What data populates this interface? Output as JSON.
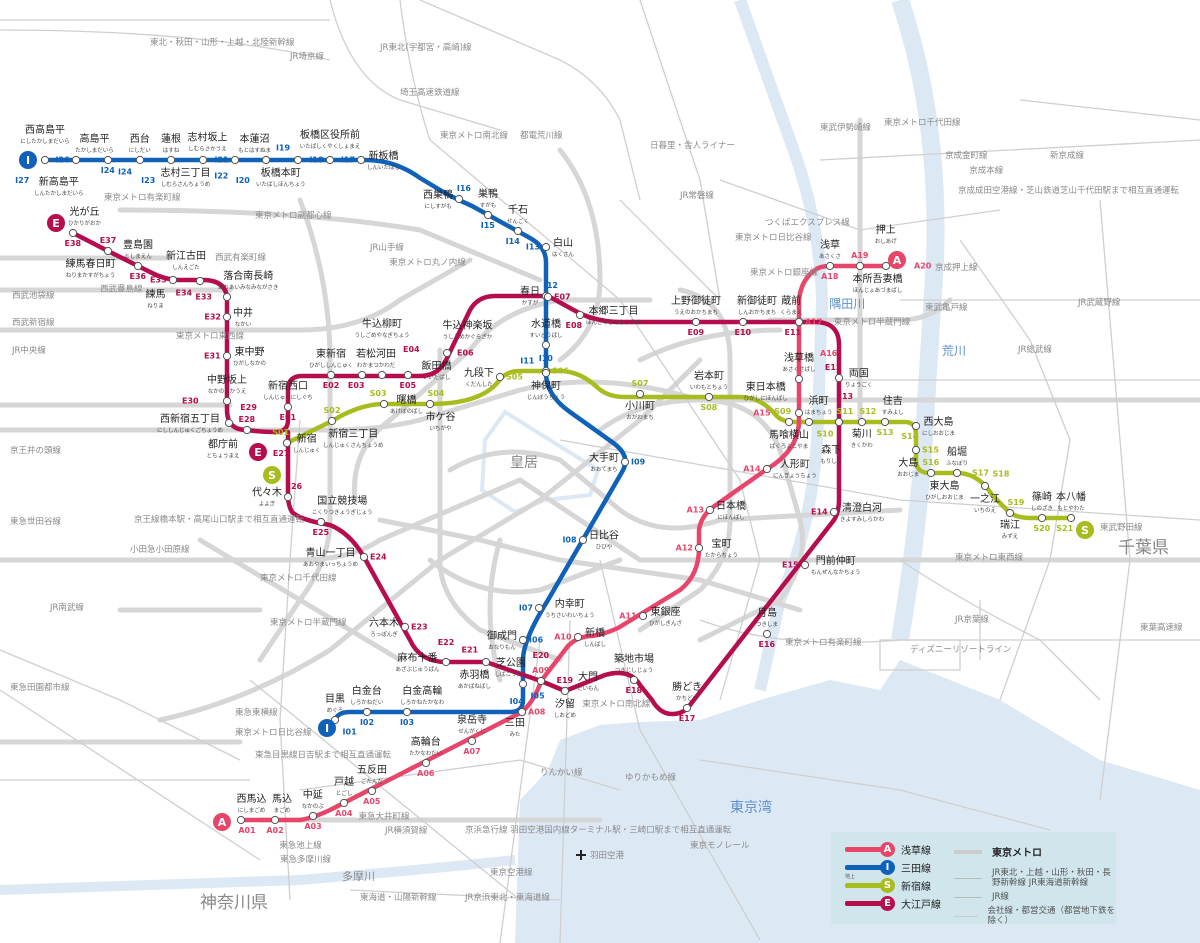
{
  "colors": {
    "asakusa": "#e8456b",
    "mita": "#0f62b8",
    "shinjuku": "#a9bc1e",
    "oedo": "#b50d4d",
    "other_rail": "#d6d6d6",
    "water": "#dde8f5"
  },
  "lines": {
    "mita": {
      "letter": "I",
      "name": "三田線",
      "stations": [
        {
          "code": "I01",
          "name": "目黒",
          "kana": "めぐろ"
        },
        {
          "code": "I02",
          "name": "白金台",
          "kana": "しろかねだい"
        },
        {
          "code": "I03",
          "name": "白金高輪",
          "kana": "しろかねたかなわ"
        },
        {
          "code": "I04",
          "name": "三田",
          "kana": "みた"
        },
        {
          "code": "I05",
          "name": "芝公園",
          "kana": "しばこうえん"
        },
        {
          "code": "I06",
          "name": "御成門",
          "kana": "おなりもん"
        },
        {
          "code": "I07",
          "name": "内幸町",
          "kana": "うちさいわいちょう"
        },
        {
          "code": "I08",
          "name": "日比谷",
          "kana": "ひびや"
        },
        {
          "code": "I09",
          "name": "大手町",
          "kana": "おおてまち"
        },
        {
          "code": "I10",
          "name": "神保町",
          "kana": "じんぼうちょう"
        },
        {
          "code": "I11",
          "name": "水道橋",
          "kana": "すいどうばし"
        },
        {
          "code": "I12",
          "name": "春日",
          "kana": "かすが"
        },
        {
          "code": "I13",
          "name": "白山",
          "kana": "はくさん"
        },
        {
          "code": "I14",
          "name": "千石",
          "kana": "せんごく"
        },
        {
          "code": "I15",
          "name": "巣鴨",
          "kana": "すがも"
        },
        {
          "code": "I16",
          "name": "西巣鴨",
          "kana": "にしすがも"
        },
        {
          "code": "I17",
          "name": "新板橋",
          "kana": "しんいたばし"
        },
        {
          "code": "I18",
          "name": "板橋区役所前",
          "kana": "いたばしくやくしょまえ"
        },
        {
          "code": "I19",
          "name": "板橋本町",
          "kana": "いたばしほんちょう"
        },
        {
          "code": "I20",
          "name": "本蓮沼",
          "kana": "もとはすぬま"
        },
        {
          "code": "I21",
          "name": "志村坂上",
          "kana": "しむらさかうえ"
        },
        {
          "code": "I22",
          "name": "志村三丁目",
          "kana": "しむらさんちょうめ"
        },
        {
          "code": "I23",
          "name": "蓮根",
          "kana": "はすね"
        },
        {
          "code": "I24",
          "name": "西台",
          "kana": "にしだい"
        },
        {
          "code": "I24",
          "name": "高島平",
          "kana": "たかしまだいら"
        },
        {
          "code": "I26",
          "name": "新高島平",
          "kana": "しんたかしまだいら"
        },
        {
          "code": "I27",
          "name": "西高島平",
          "kana": "にしたかしまだいら"
        }
      ]
    },
    "asakusa": {
      "letter": "A",
      "name": "浅草線",
      "stations": [
        {
          "code": "A01",
          "name": "西馬込",
          "kana": "にしまごめ"
        },
        {
          "code": "A02",
          "name": "馬込",
          "kana": "まごめ"
        },
        {
          "code": "A03",
          "name": "中延",
          "kana": "なかのぶ"
        },
        {
          "code": "A04",
          "name": "戸越",
          "kana": "とごし"
        },
        {
          "code": "A05",
          "name": "五反田",
          "kana": "ごたんだ"
        },
        {
          "code": "A06",
          "name": "高輪台",
          "kana": "たかなわだい"
        },
        {
          "code": "A07",
          "name": "泉岳寺",
          "kana": "せんがくじ"
        },
        {
          "code": "A08"
        },
        {
          "code": "A09"
        },
        {
          "code": "A10",
          "name": "新橋",
          "kana": "しんばし"
        },
        {
          "code": "A11",
          "name": "東銀座",
          "kana": "ひがしぎんざ"
        },
        {
          "code": "A12",
          "name": "宝町",
          "kana": "たからちょう"
        },
        {
          "code": "A13",
          "name": "日本橋",
          "kana": "にほんばし"
        },
        {
          "code": "A14",
          "name": "人形町",
          "kana": "にんぎょうちょう"
        },
        {
          "code": "A15",
          "name": "東日本橋",
          "kana": "ひがしにほんばし"
        },
        {
          "code": "A16",
          "name": "浅草橋",
          "kana": "あさくさばし"
        },
        {
          "code": "A17"
        },
        {
          "code": "A18",
          "name": "浅草",
          "kana": "あさくさ"
        },
        {
          "code": "A19",
          "name": "本所吾妻橋",
          "kana": "ほんじょあづまばし"
        },
        {
          "code": "A20",
          "name": "押上",
          "kana": "おしあげ"
        }
      ]
    },
    "shinjuku": {
      "letter": "S",
      "name": "新宿線",
      "stations": [
        {
          "code": "S01",
          "name": "新宿",
          "kana": "しんじゅく"
        },
        {
          "code": "S02",
          "name": "新宿三丁目",
          "kana": "しんじゅくさんちょうめ"
        },
        {
          "code": "S03",
          "name": "曙橋",
          "kana": "あけぼのばし"
        },
        {
          "code": "S04",
          "name": "市ケ谷",
          "kana": "いちがや"
        },
        {
          "code": "S05",
          "name": "九段下",
          "kana": "くだんした"
        },
        {
          "code": "S06"
        },
        {
          "code": "S07",
          "name": "小川町",
          "kana": "おがわまち"
        },
        {
          "code": "S08",
          "name": "岩本町",
          "kana": "いわもとちょう"
        },
        {
          "code": "S09",
          "name": "馬喰横山",
          "kana": "ばくろよこやま"
        },
        {
          "code": "S10",
          "name": "浜町",
          "kana": "はまちょう"
        },
        {
          "code": "S11"
        },
        {
          "code": "S12",
          "name": "菊川",
          "kana": "きくかわ"
        },
        {
          "code": "S13",
          "name": "住吉",
          "kana": "すみよし"
        },
        {
          "code": "S14",
          "name": "西大島",
          "kana": "にしおおじま"
        },
        {
          "code": "S15",
          "name": "大島",
          "kana": "おおじま"
        },
        {
          "code": "S16",
          "name": "東大島",
          "kana": "ひがしおおじま"
        },
        {
          "code": "S17",
          "name": "船堀",
          "kana": "ふなぼり"
        },
        {
          "code": "S18",
          "name": "一之江",
          "kana": "いちのえ"
        },
        {
          "code": "S19",
          "name": "瑞江",
          "kana": "みずえ"
        },
        {
          "code": "S20",
          "name": "篠崎",
          "kana": "しのざき"
        },
        {
          "code": "S21",
          "name": "本八幡",
          "kana": "もとやわた"
        }
      ]
    },
    "oedo": {
      "letter": "E",
      "name": "大江戸線",
      "stations": [
        {
          "code": "E01",
          "name": "新宿西口",
          "kana": "しんじゅくにしぐち"
        },
        {
          "code": "E02",
          "name": "東新宿",
          "kana": "ひがししんじゅく"
        },
        {
          "code": "E03",
          "name": "若松河田",
          "kana": "わかまつかわだ"
        },
        {
          "code": "E04",
          "name": "牛込柳町",
          "kana": "うしごめやなぎちょう"
        },
        {
          "code": "E05",
          "name": "牛込神楽坂",
          "kana": "うしごめかぐらざか"
        },
        {
          "code": "E06",
          "name": "飯田橋",
          "kana": "いいだばし"
        },
        {
          "code": "E07"
        },
        {
          "code": "E08",
          "name": "本郷三丁目",
          "kana": "ほんごうさんちょうめ"
        },
        {
          "code": "E09",
          "name": "上野御徒町",
          "kana": "うえのおかちまち"
        },
        {
          "code": "E10",
          "name": "新御徒町",
          "kana": "しんおかちまち"
        },
        {
          "code": "E11",
          "name": "蔵前",
          "kana": "くらまえ"
        },
        {
          "code": "E12",
          "name": "両国",
          "kana": "りょうごく"
        },
        {
          "code": "E13",
          "name": "森下",
          "kana": "もりした"
        },
        {
          "code": "E14",
          "name": "清澄白河",
          "kana": "きよすみしらかわ"
        },
        {
          "code": "E15",
          "name": "門前仲町",
          "kana": "もんぜんなかちょう"
        },
        {
          "code": "E16",
          "name": "月島",
          "kana": "つきしま"
        },
        {
          "code": "E17",
          "name": "勝どき",
          "kana": "かちどき"
        },
        {
          "code": "E18",
          "name": "築地市場",
          "kana": "つきじしじょう"
        },
        {
          "code": "E19",
          "name": "汐留",
          "kana": "しおどめ"
        },
        {
          "code": "E20",
          "name": "大門",
          "kana": "だいもん"
        },
        {
          "code": "E21",
          "name": "赤羽橋",
          "kana": "あかばねばし"
        },
        {
          "code": "E22",
          "name": "麻布十番",
          "kana": "あざぶじゅうばん"
        },
        {
          "code": "E23",
          "name": "六本木",
          "kana": "ろっぽんぎ"
        },
        {
          "code": "E24",
          "name": "青山一丁目",
          "kana": "あおやまいっちょうめ"
        },
        {
          "code": "E25",
          "name": "国立競技場",
          "kana": "こくりつきょうぎじょう"
        },
        {
          "code": "E26",
          "name": "代々木",
          "kana": "よよぎ"
        },
        {
          "code": "E27"
        },
        {
          "code": "E28",
          "name": "都庁前",
          "kana": "とちょうまえ"
        },
        {
          "code": "E29",
          "name": "西新宿五丁目",
          "kana": "にししんじゅくごちょうめ"
        },
        {
          "code": "E30",
          "name": "中野坂上",
          "kana": "なかのさかうえ"
        },
        {
          "code": "E31",
          "name": "東中野",
          "kana": "ひがしなかの"
        },
        {
          "code": "E32",
          "name": "中井",
          "kana": "なかい"
        },
        {
          "code": "E33",
          "name": "落合南長崎",
          "kana": "おちあいみなみながさき"
        },
        {
          "code": "E34",
          "name": "新江古田",
          "kana": "しんえごた"
        },
        {
          "code": "E35",
          "name": "練馬",
          "kana": "ねりま"
        },
        {
          "code": "E36",
          "name": "豊島園",
          "kana": "としまえん"
        },
        {
          "code": "E37",
          "name": "練馬春日町",
          "kana": "ねりまかすがちょう"
        },
        {
          "code": "E38",
          "name": "光が丘",
          "kana": "ひかりがおか"
        }
      ]
    }
  },
  "rail_labels": [
    "東北・秋田・山形・上越・北陸新幹線",
    "JR埼京線",
    "JR東北(宇都宮・高崎)線",
    "埼玉高速鉄道線",
    "東京メトロ南北線",
    "都電荒川線",
    "日暮里・舎人ライナー",
    "東武伊勢崎線",
    "東京メトロ千代田線",
    "京成金町線",
    "新京成線",
    "京成本線",
    "JR常磐線",
    "つくばエクスプレス線",
    "東京メトロ日比谷線",
    "東京メトロ銀座線",
    "東京メトロ半蔵門線",
    "東武亀戸線",
    "JR総武線",
    "JR武蔵野線",
    "東京メトロ有楽町線",
    "東京メトロ副都心線",
    "JR山手線",
    "東京メトロ丸ノ内線",
    "西武有楽町線",
    "西武豊島線",
    "西武池袋線",
    "西武新宿線",
    "東京メトロ東西線",
    "JR中央線",
    "京王井の頭線",
    "京王線橋本駅・高尾山口駅まで相互直通運転",
    "東急世田谷線",
    "小田急小田原線",
    "東京メトロ千代田線",
    "東京メトロ南北線",
    "東急東横線",
    "東京メトロ日比谷線",
    "東急目黒線日吉駅まで相互直通運転",
    "東急大井町線",
    "東急池上線",
    "東急多摩川線",
    "JR横須賀線",
    "りんかい線",
    "ゆりかもめ線",
    "東京モノレール",
    "京浜急行線 羽田空港国内線ターミナル駅・三崎口駅まで相互直通運転",
    "東京空港線",
    "東海道・山陽新幹線",
    "JR京浜東北・東海道線",
    "東京メトロ東西線",
    "JR京葉線",
    "ディズニーリゾートライン",
    "東京メトロ有楽町線",
    "東武野田線",
    "京成押上線",
    "京成成田空港線・芝山鉄道芝山千代田駅まで相互直通運転",
    "東葉高速線",
    "東急田園都市線",
    "JR南武線",
    "東京メトロ半蔵門線",
    "羽田空港"
  ],
  "place_labels": {
    "palace": "皇居",
    "bay": "東京湾",
    "chiba": "千葉県",
    "kanagawa": "神奈川県",
    "tama": "多摩川",
    "ara": "荒川",
    "sumida": "隅田川"
  },
  "legend": {
    "asakusa": "浅草線",
    "mita": "三田線",
    "shinjuku": "新宿線",
    "oedo": "大江戸線",
    "ground": "地上",
    "metro": "東京メトロ",
    "shinkansen": "JR東北・上越・山形・秋田・長野新幹線 JR東海道新幹線",
    "jr": "JR線",
    "private": "会社線・都営交通（都営地下鉄を除く）"
  }
}
